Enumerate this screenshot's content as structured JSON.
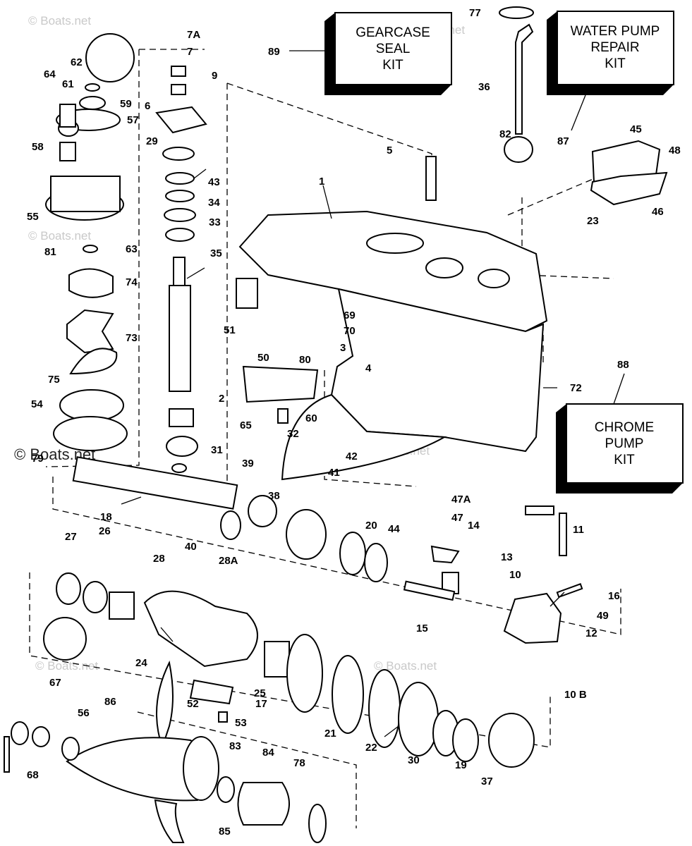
{
  "watermark": "© Boats.net",
  "kits": [
    {
      "id": "gearcase-seal-kit",
      "number": "89",
      "lines": [
        "GEARCASE",
        "SEAL",
        "KIT"
      ]
    },
    {
      "id": "water-pump-repair-kit",
      "number": "87",
      "lines": [
        "WATER PUMP",
        "REPAIR",
        "KIT"
      ]
    },
    {
      "id": "chrome-pump-kit",
      "number": "88",
      "lines": [
        "CHROME",
        "PUMP",
        "KIT"
      ]
    }
  ],
  "labels": [
    "1",
    "2",
    "3",
    "4",
    "5",
    "6",
    "7",
    "7A",
    "9",
    "10",
    "10 B",
    "11",
    "12",
    "13",
    "14",
    "15",
    "16",
    "17",
    "18",
    "19",
    "20",
    "21",
    "22",
    "23",
    "24",
    "25",
    "26",
    "27",
    "28",
    "28A",
    "29",
    "30",
    "31",
    "32",
    "33",
    "34",
    "35",
    "36",
    "37",
    "38",
    "39",
    "40",
    "41",
    "42",
    "43",
    "44",
    "45",
    "46",
    "47",
    "47A",
    "48",
    "49",
    "50",
    "51",
    "52",
    "53",
    "54",
    "55",
    "56",
    "57",
    "58",
    "59",
    "60",
    "61",
    "62",
    "63",
    "64",
    "65",
    "67",
    "68",
    "69",
    "70",
    "72",
    "73",
    "74",
    "75",
    "77",
    "78",
    "79",
    "80",
    "81",
    "82",
    "83",
    "84",
    "85",
    "86"
  ]
}
